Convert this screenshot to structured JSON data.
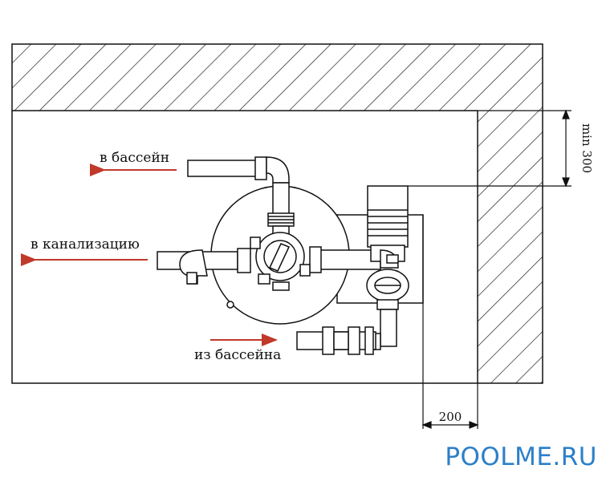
{
  "labels": {
    "to_pool": "в бассейн",
    "to_sewer": "в канализацию",
    "from_pool": "из бассейна"
  },
  "dimensions": {
    "min_clearance": "min 300",
    "side_clearance": "200"
  },
  "brand": "POOLME.RU",
  "colors": {
    "arrow": "#c0392b",
    "line": "#111111",
    "brand": "#2b7fc8"
  }
}
